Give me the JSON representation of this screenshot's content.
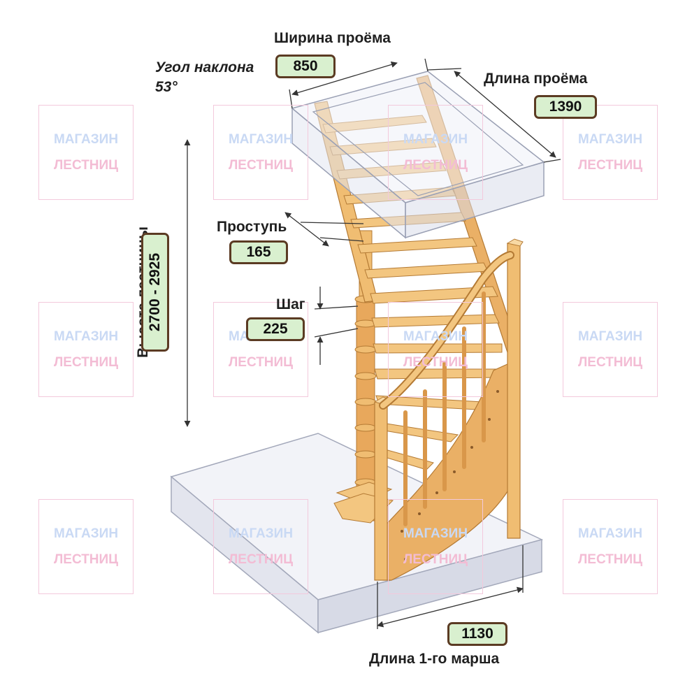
{
  "watermark": {
    "line1": "МАГАЗИН",
    "line2": "ЛЕСТНИЦ"
  },
  "labels": {
    "angle_title": "Угол наклона",
    "angle_value": "53°",
    "opening_width_title": "Ширина проёма",
    "opening_width_value": "850",
    "opening_length_title": "Длина проёма",
    "opening_length_value": "1390",
    "tread_title": "Проступь",
    "tread_value": "165",
    "step_title": "Шаг",
    "step_value": "225",
    "height_title": "Высота лестницы",
    "height_value": "2700 - 2925",
    "first_flight_title": "Длина 1-го марша",
    "first_flight_value": "1130"
  },
  "colors": {
    "wood": "#f0bd72",
    "wood_dark": "#c98a40",
    "wood_light": "#f8d9a4",
    "glass": "#eef0f8",
    "glass_edge": "#9aa0b4",
    "value_bg": "#d9f0cf",
    "value_border": "#5b3b23"
  }
}
